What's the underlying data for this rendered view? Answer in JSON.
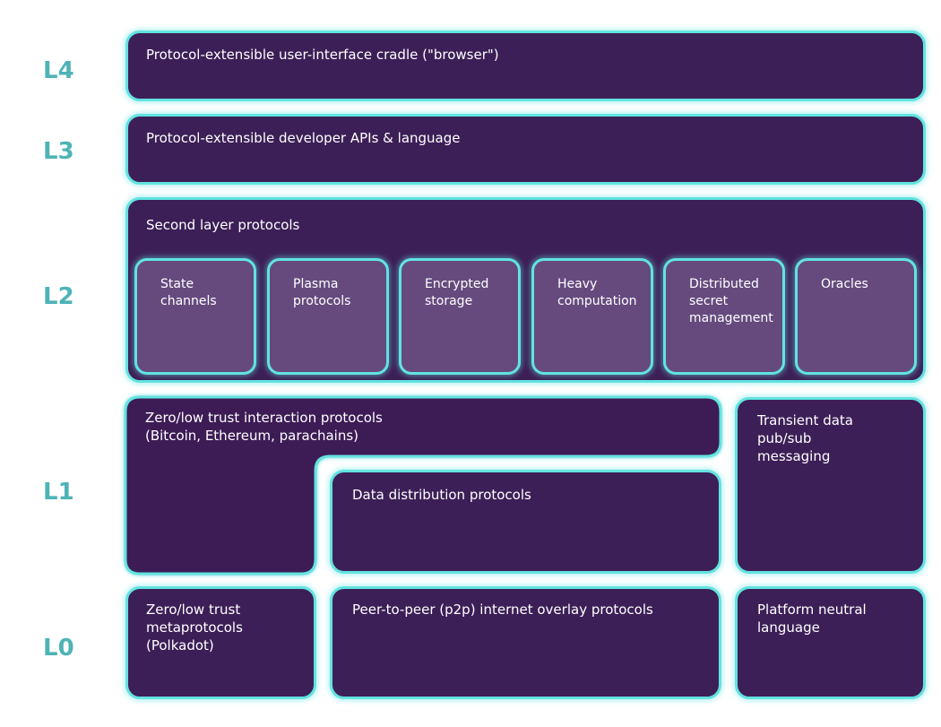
{
  "colors": {
    "label": "#4eb3b6",
    "box_fill": "#3d1f57",
    "sub_fill": "#664a7e",
    "border": "#62e3e0",
    "text": "#ffffff"
  },
  "layers": {
    "l4": {
      "label": "L4",
      "box": "Protocol-extensible user-interface cradle (\"browser\")"
    },
    "l3": {
      "label": "L3",
      "box": "Protocol-extensible developer APIs & language"
    },
    "l2": {
      "label": "L2",
      "title": "Second layer protocols",
      "items": [
        "State\nchannels",
        "Plasma\nprotocols",
        "Encrypted\nstorage",
        "Heavy\ncomputation",
        "Distributed\nsecret\nmanagement",
        "Oracles"
      ]
    },
    "l1": {
      "label": "L1",
      "interaction": "Zero/low trust interaction protocols\n(Bitcoin, Ethereum, parachains)",
      "data_distribution": "Data distribution protocols",
      "pubsub": "Transient data pub/sub\nmessaging"
    },
    "l0": {
      "label": "L0",
      "metaprotocols": "Zero/low trust\nmetaprotocols\n(Polkadot)",
      "p2p": "Peer-to-peer (p2p) internet overlay protocols",
      "platform": "Platform neutral\nlanguage"
    }
  }
}
